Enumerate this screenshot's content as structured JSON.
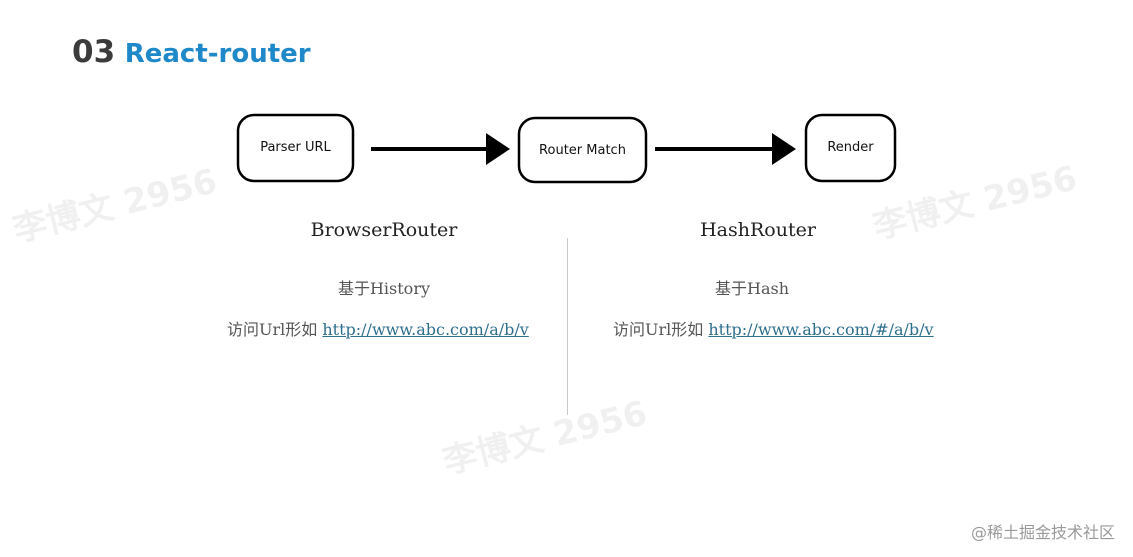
{
  "header": {
    "section_number": "03",
    "title": "React-router"
  },
  "flow": {
    "nodes": [
      {
        "label": "Parser URL"
      },
      {
        "label": "Router Match"
      },
      {
        "label": "Render"
      }
    ]
  },
  "columns": [
    {
      "heading": "BrowserRouter",
      "based_on": "基于History",
      "url_prefix": "访问Url形如",
      "url": "http://www.abc.com/a/b/v"
    },
    {
      "heading": "HashRouter",
      "based_on": "基于Hash",
      "url_prefix": "访问Url形如",
      "url": "http://www.abc.com/#/a/b/v"
    }
  ],
  "watermark": {
    "text": "李博文 2956"
  },
  "credit": "@稀土掘金技术社区"
}
